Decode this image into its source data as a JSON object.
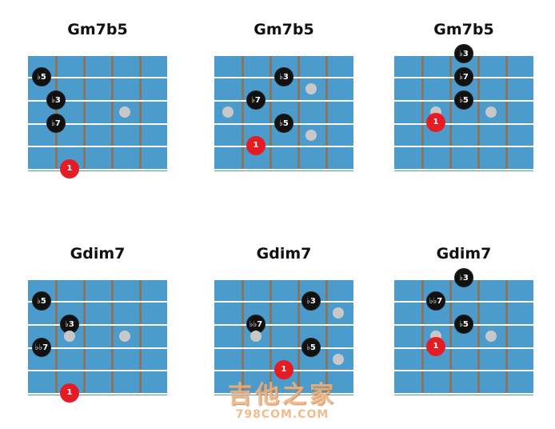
{
  "diagrams": [
    {
      "title": "Gm7b5",
      "dots": [
        {
          "s": 0,
          "f": 0,
          "t": "black",
          "label": "♭5"
        },
        {
          "s": 1,
          "f": 1,
          "t": "black",
          "label": "♭3"
        },
        {
          "s": 2,
          "f": 1,
          "t": "black",
          "label": "♭7"
        },
        {
          "s": 1.5,
          "f": 3.5,
          "t": "grey",
          "label": ""
        },
        {
          "s": 3.95,
          "f": 1.5,
          "t": "root",
          "label": "1"
        }
      ]
    },
    {
      "title": "Gm7b5",
      "dots": [
        {
          "s": 0,
          "f": 2.5,
          "t": "black",
          "label": "♭3"
        },
        {
          "s": 0.5,
          "f": 3.5,
          "t": "grey",
          "label": ""
        },
        {
          "s": 1,
          "f": 1.5,
          "t": "black",
          "label": "♭7"
        },
        {
          "s": 1.5,
          "f": 0,
          "t": "grey",
          "label": ""
        },
        {
          "s": 2,
          "f": 2.5,
          "t": "black",
          "label": "♭5"
        },
        {
          "s": 2.5,
          "f": 3.5,
          "t": "grey",
          "label": ""
        },
        {
          "s": 2.95,
          "f": 1.5,
          "t": "root",
          "label": "1"
        }
      ]
    },
    {
      "title": "Gm7b5",
      "dots": [
        {
          "s": -1,
          "f": 2.5,
          "t": "black",
          "label": "♭3"
        },
        {
          "s": 0,
          "f": 2.5,
          "t": "black",
          "label": "♭7"
        },
        {
          "s": 1,
          "f": 2.5,
          "t": "black",
          "label": "♭5"
        },
        {
          "s": 1.5,
          "f": 1.5,
          "t": "grey",
          "label": ""
        },
        {
          "s": 1.5,
          "f": 3.5,
          "t": "grey",
          "label": ""
        },
        {
          "s": 1.95,
          "f": 1.5,
          "t": "root",
          "label": "1"
        }
      ]
    },
    {
      "title": "Gdim7",
      "dots": [
        {
          "s": 0,
          "f": 0,
          "t": "black",
          "label": "♭5"
        },
        {
          "s": 1,
          "f": 1.5,
          "t": "black",
          "label": "♭3"
        },
        {
          "s": 1.5,
          "f": 1.5,
          "t": "grey",
          "label": ""
        },
        {
          "s": 1.5,
          "f": 3.5,
          "t": "grey",
          "label": ""
        },
        {
          "s": 2,
          "f": 0,
          "t": "black",
          "label": "♭♭7"
        },
        {
          "s": 3.95,
          "f": 1.5,
          "t": "root",
          "label": "1"
        }
      ]
    },
    {
      "title": "Gdim7",
      "dots": [
        {
          "s": 0,
          "f": 3.5,
          "t": "black",
          "label": "♭3"
        },
        {
          "s": 0.5,
          "f": 4.5,
          "t": "grey",
          "label": ""
        },
        {
          "s": 1,
          "f": 1.5,
          "t": "black",
          "label": "♭♭7"
        },
        {
          "s": 1.5,
          "f": 1.5,
          "t": "grey",
          "label": ""
        },
        {
          "s": 2,
          "f": 3.5,
          "t": "black",
          "label": "♭5"
        },
        {
          "s": 2.5,
          "f": 4.5,
          "t": "grey",
          "label": ""
        },
        {
          "s": 2.95,
          "f": 2.5,
          "t": "root",
          "label": "1"
        }
      ]
    },
    {
      "title": "Gdim7",
      "dots": [
        {
          "s": -1,
          "f": 2.5,
          "t": "black",
          "label": "♭3"
        },
        {
          "s": 0,
          "f": 1.5,
          "t": "black",
          "label": "♭♭7"
        },
        {
          "s": 1,
          "f": 2.5,
          "t": "black",
          "label": "♭5"
        },
        {
          "s": 1.5,
          "f": 1.5,
          "t": "grey",
          "label": ""
        },
        {
          "s": 1.5,
          "f": 3.5,
          "t": "grey",
          "label": ""
        },
        {
          "s": 1.95,
          "f": 1.5,
          "t": "root",
          "label": "1"
        }
      ]
    }
  ],
  "watermark": {
    "text": "吉他之家",
    "url": "798COM.COM"
  },
  "colors": {
    "board": "#4b9ccd",
    "fret": "#8a7460",
    "root": "#e51c23",
    "note": "#111111",
    "ghost": "#c8c8c8"
  }
}
